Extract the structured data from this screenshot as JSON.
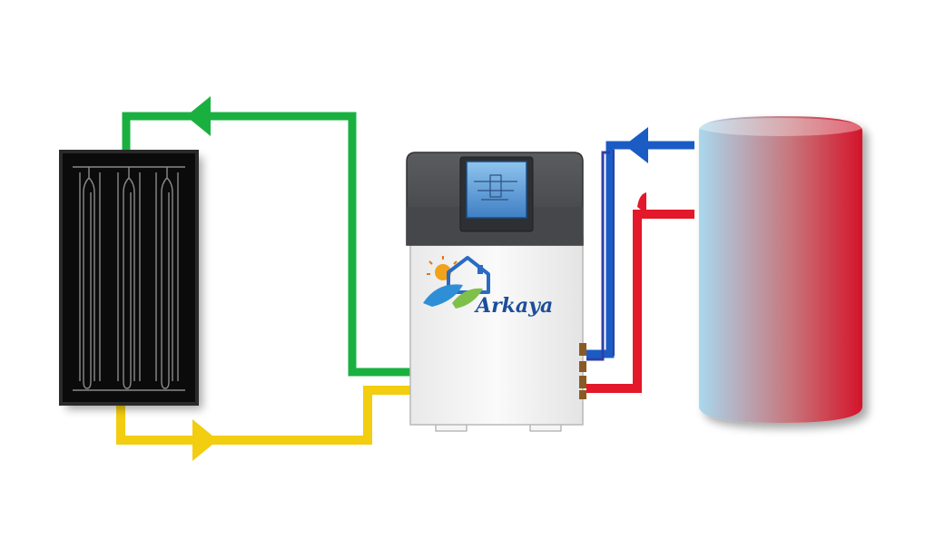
{
  "colors": {
    "background": "#ffffff",
    "flow_pipe": "#1ab040",
    "return_pipe": "#f2cd10",
    "cold_pipe": "#1a5cc4",
    "cold_pipe_inner": "#2f3fa8",
    "hot_pipe": "#e3182a",
    "panel_frame": "#2a2a2a",
    "panel_tubes": "#8a8a8a",
    "unit_body": "#f3f3f3",
    "unit_top": "#4b4d50",
    "screen": "#5ea0d8",
    "brand_text": "#1c4e9a",
    "tank_cold": "#a9d8ee",
    "tank_hot": "#d4142a"
  },
  "unit": {
    "brand_name": "Arkaya",
    "logo_icon": "house-sun-leaf-icon"
  },
  "flow_directions": {
    "green_pipe": "toward-panel",
    "yellow_pipe": "toward-unit",
    "blue_pipe": "toward-unit"
  }
}
